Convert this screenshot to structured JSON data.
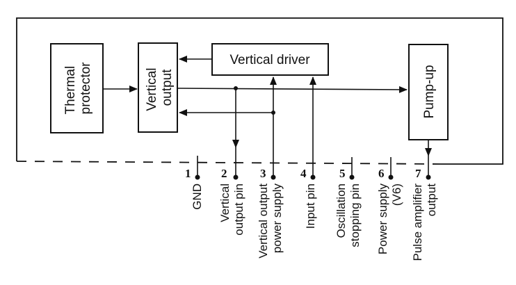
{
  "blocks": {
    "thermal_protector": [
      "Thermal",
      "protector"
    ],
    "vertical_output": [
      "Vertical",
      "output"
    ],
    "vertical_driver": "Vertical driver",
    "pump_up": "Pump-up"
  },
  "pins": [
    {
      "num": "1",
      "label": [
        "GND"
      ]
    },
    {
      "num": "2",
      "label": [
        "Vertical",
        "output pin"
      ]
    },
    {
      "num": "3",
      "label": [
        "Vertical output",
        "power supply"
      ]
    },
    {
      "num": "4",
      "label": [
        "Input pin"
      ]
    },
    {
      "num": "5",
      "label": [
        "Oscillation",
        "stopping pin"
      ]
    },
    {
      "num": "6",
      "label": [
        "Power supply",
        "(V6)"
      ]
    },
    {
      "num": "7",
      "label": [
        "Pulse amplifier",
        "output"
      ]
    }
  ]
}
